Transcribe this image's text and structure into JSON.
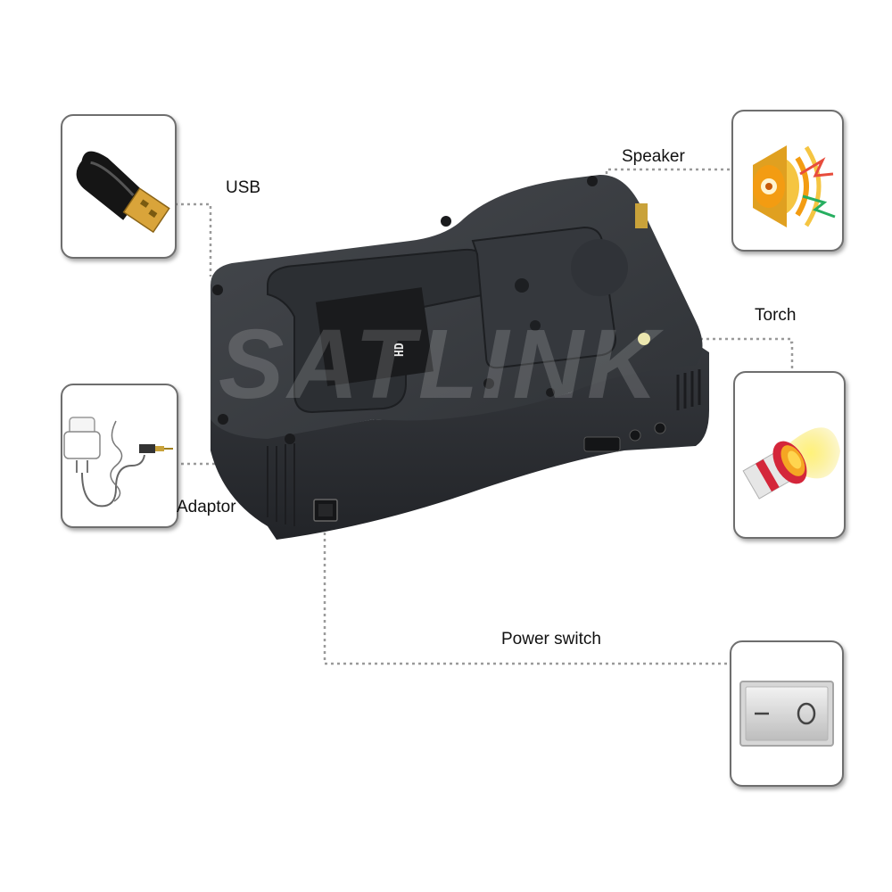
{
  "callouts": {
    "usb": "USB",
    "speaker": "Speaker",
    "torch": "Torch",
    "adaptor": "Adaptor",
    "power_switch": "Power switch"
  },
  "device": {
    "watermark": "SATLINK",
    "badge": "HD"
  },
  "colors": {
    "device_body": "#3a3d42",
    "device_shadow": "#2a2c30",
    "leader_line": "#9a9a9a",
    "box_border": "#6e6e6e",
    "usb_plug": "#d9a43a",
    "speaker_orange": "#f39c12",
    "torch_red": "#d4263a"
  },
  "icons": [
    "usb-stick-icon",
    "speaker-icon",
    "adaptor-icon",
    "torch-icon",
    "rocker-switch-icon"
  ]
}
